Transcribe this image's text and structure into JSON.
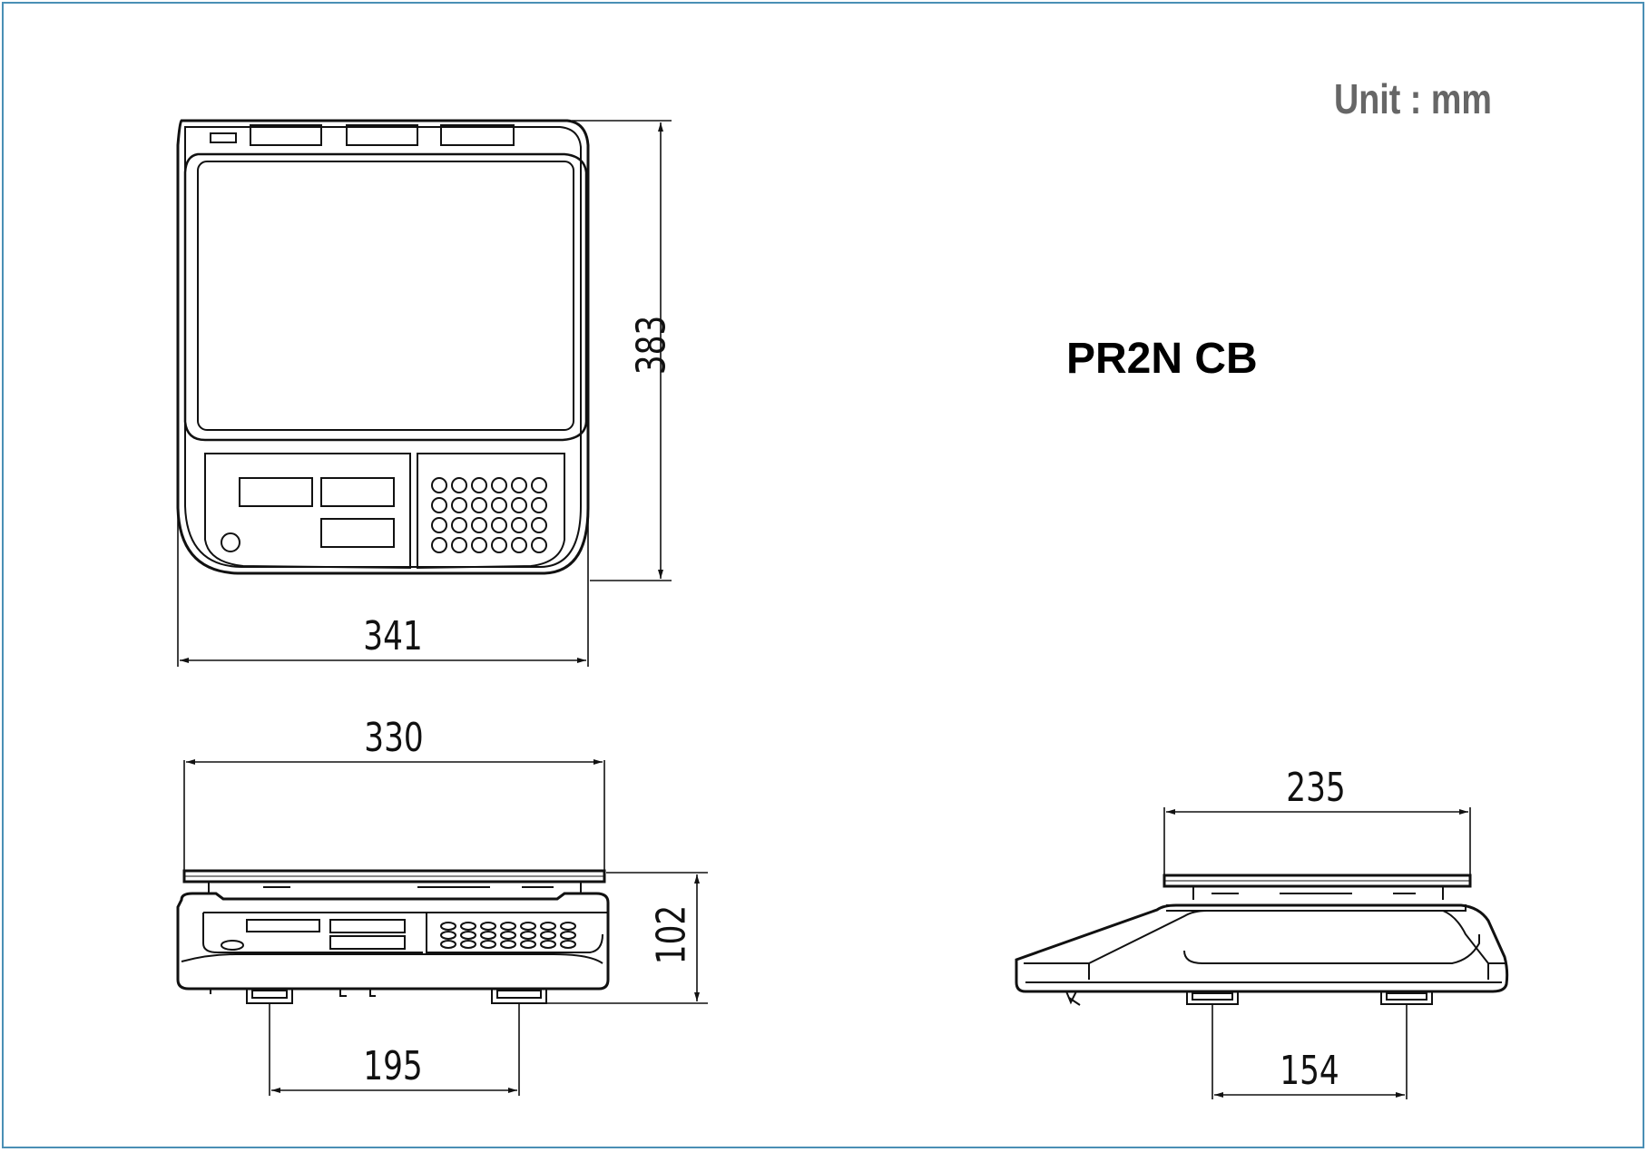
{
  "unit_label": "Unit : mm",
  "model_name": "PR2N CB",
  "dimensions": {
    "width_top": "341",
    "depth_top": "383",
    "platter_width_front": "330",
    "height_front": "102",
    "feet_spacing_front": "195",
    "platter_depth_side": "235",
    "feet_spacing_side": "154"
  },
  "colors": {
    "frame": "#4a8fb5",
    "line": "#111111",
    "unit_text": "#666666"
  }
}
